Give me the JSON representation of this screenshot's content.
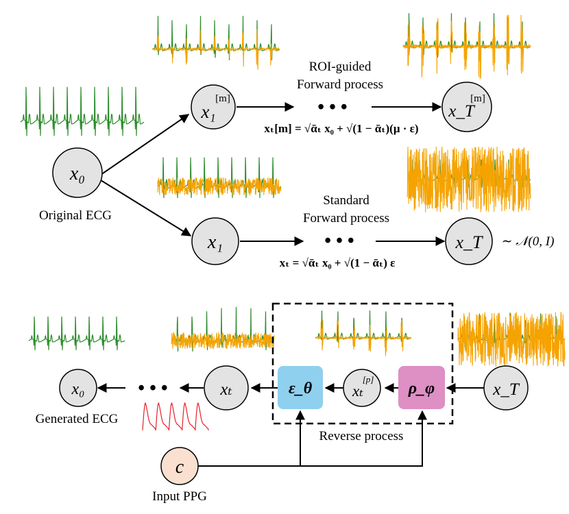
{
  "labels": {
    "original_ecg": "Original ECG",
    "roi_line1": "ROI-guided",
    "roi_line2": "Forward process",
    "std_line1": "Standard",
    "std_line2": "Forward process",
    "generated_ecg": "Generated ECG",
    "reverse_process": "Reverse process",
    "input_ppg": "Input PPG",
    "dots": "• • •"
  },
  "nodes": {
    "x0_top": "x₀",
    "x1m": "x₁",
    "x1m_sup": "[m]",
    "xTm": "x_T",
    "xTm_sup": "[m]",
    "x1": "x₁",
    "xT": "x_T",
    "x0_bottom": "x₀",
    "xt": "xₜ",
    "xtp": "xₜ",
    "xtp_sup": "[p]",
    "xT_bottom": "x_T",
    "c": "c",
    "eps_theta": "ε_θ",
    "rho_phi": "ρ_φ"
  },
  "equations": {
    "roi": "xₜ[m] = √ᾱₜ x₀ + √(1 − ᾱₜ)(μ · ε)",
    "standard": "xₜ = √ᾱₜ x₀ + √(1 − ᾱₜ) ε",
    "prior": "∼ 𝒩(0, I)"
  },
  "colors": {
    "ecg_green": "#2a8a2a",
    "noise_orange": "#f5a300",
    "ppg_red": "#e8202a",
    "node_fill": "#e3e3e3",
    "c_fill": "#fbe0cf",
    "eps_fill": "#8fd0ee",
    "rho_fill": "#de8fc4"
  }
}
